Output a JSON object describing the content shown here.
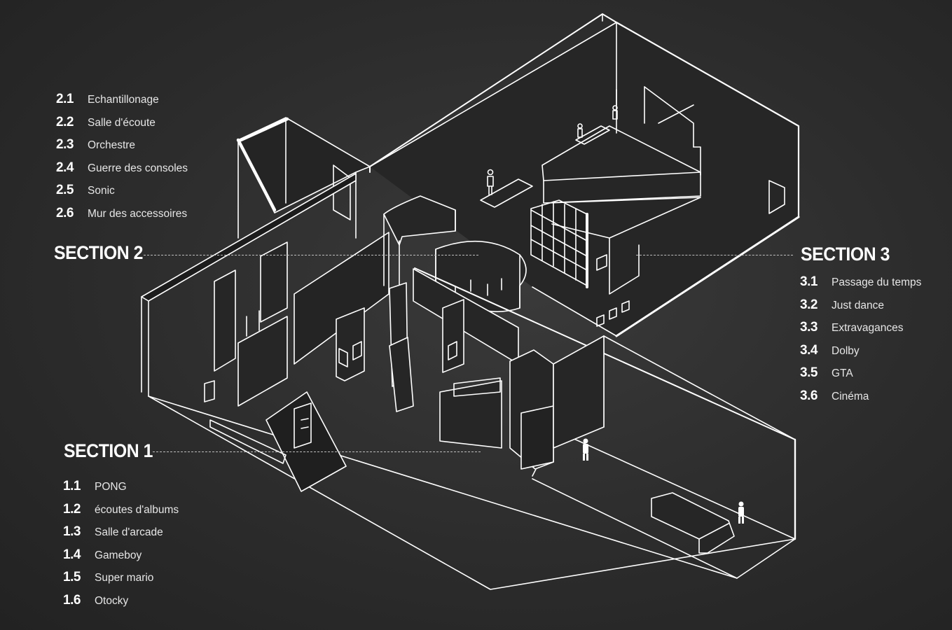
{
  "colors": {
    "background": "#2c2c2c",
    "walls": "#ffffff",
    "fill": "#262626",
    "leader": "#bdbdbd"
  },
  "sections": [
    {
      "title": "SECTION 1",
      "items": [
        {
          "num": "1.1",
          "label": "PONG"
        },
        {
          "num": "1.2",
          "label": "écoutes d'albums"
        },
        {
          "num": "1.3",
          "label": "Salle d'arcade"
        },
        {
          "num": "1.4",
          "label": "Gameboy"
        },
        {
          "num": "1.5",
          "label": "Super mario"
        },
        {
          "num": "1.6",
          "label": "Otocky"
        }
      ]
    },
    {
      "title": "SECTION 2",
      "items": [
        {
          "num": "2.1",
          "label": "Echantillonage"
        },
        {
          "num": "2.2",
          "label": "Salle d'écoute"
        },
        {
          "num": "2.3",
          "label": "Orchestre"
        },
        {
          "num": "2.4",
          "label": "Guerre des consoles"
        },
        {
          "num": "2.5",
          "label": "Sonic"
        },
        {
          "num": "2.6",
          "label": "Mur des accessoires"
        }
      ]
    },
    {
      "title": "SECTION 3",
      "items": [
        {
          "num": "3.1",
          "label": "Passage du temps"
        },
        {
          "num": "3.2",
          "label": "Just dance"
        },
        {
          "num": "3.3",
          "label": "Extravagances"
        },
        {
          "num": "3.4",
          "label": "Dolby"
        },
        {
          "num": "3.5",
          "label": "GTA"
        },
        {
          "num": "3.6",
          "label": "Cinéma"
        }
      ]
    }
  ]
}
